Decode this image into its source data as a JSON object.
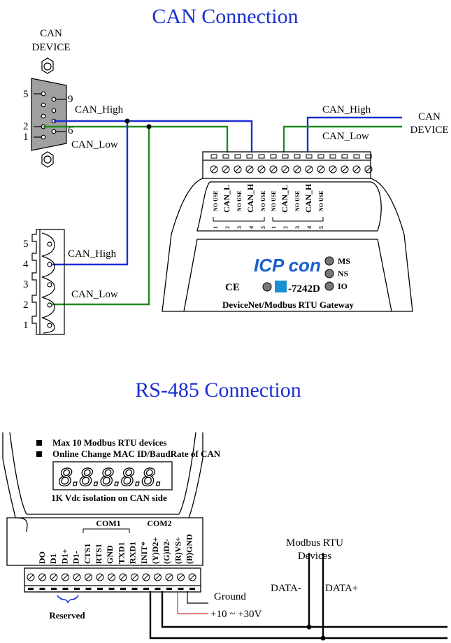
{
  "can_section": {
    "title": "CAN Connection",
    "left_device_label_line1": "CAN",
    "left_device_label_line2": "DEVICE",
    "right_device_label_line1": "CAN",
    "right_device_label_line2": "DEVICE",
    "db9_pins": [
      "5",
      "9",
      "2",
      "1",
      "6"
    ],
    "wire_high": "CAN_High",
    "wire_low": "CAN_Low",
    "connector5_pins": [
      "5",
      "4",
      "3",
      "2",
      "1"
    ],
    "connector5_high": "CAN_High",
    "connector5_low": "CAN_Low",
    "right_high": "CAN_High",
    "right_low": "CAN_Low",
    "terminal_labels": [
      "NO USE",
      "CAN_L",
      "NO USE",
      "CAN_H",
      "NO USE",
      "NO USE",
      "CAN_L",
      "NO USE",
      "CAN_H",
      "NO USE"
    ],
    "terminal_numbers": [
      "1",
      "2",
      "3",
      "4",
      "5",
      "1",
      "2",
      "3",
      "4",
      "5"
    ],
    "brand": "ICP con",
    "model": "-7242D",
    "ce_mark": "CE",
    "gateway_name": "DeviceNet/Modbus RTU Gateway",
    "leds": [
      "MS",
      "NS",
      "IO"
    ]
  },
  "rs485_section": {
    "title": "RS-485 Connection",
    "bullets": [
      "Max 10 Modbus RTU devices",
      "Online Change MAC ID/BaudRate of CAN"
    ],
    "display_text": "8.8.8.8.8.",
    "isolation_note": "1K Vdc isolation on CAN side",
    "com1": "COM1",
    "com2": "COM2",
    "pin_labels": [
      "DO",
      "D1",
      "D1+",
      "D1-",
      "CTS1",
      "RTS1",
      "GND",
      "TXD1",
      "RXD1",
      "INIT*",
      "(Y)D2+",
      "(G)D2-",
      "(R)VS+",
      "(B)GND"
    ],
    "reserved": "Reserved",
    "ground": "Ground",
    "power": "+10 ~ +30V",
    "modbus_line1": "Modbus RTU",
    "modbus_line2": "Devices",
    "data_minus": "DATA-",
    "data_plus": "DATA+"
  },
  "colors": {
    "title": "#1a2fd0",
    "can_high_wire": "#1a2fd0",
    "can_low_wire": "#1f8a1f",
    "power_wire": "#d03030"
  }
}
